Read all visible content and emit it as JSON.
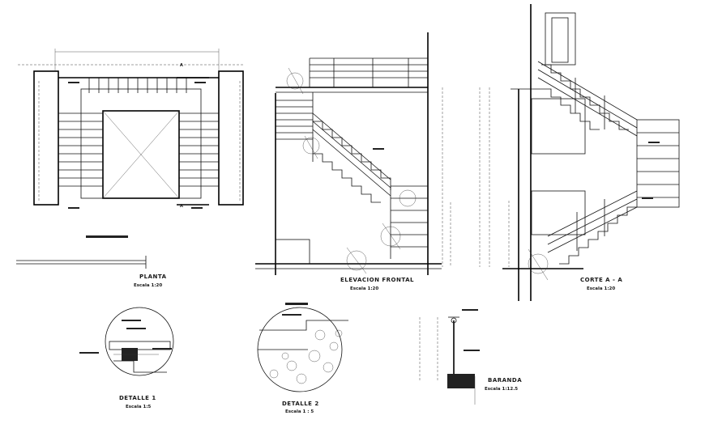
{
  "views": {
    "planta": {
      "title": "PLANTA",
      "scale": "Escala 1:20",
      "section_mark": "A"
    },
    "elevacion": {
      "title": "ELEVACION FRONTAL",
      "scale": "Escala 1:20"
    },
    "corte": {
      "title": "CORTE A - A",
      "scale": "Escala 1:20"
    },
    "detalle1": {
      "title": "DETALLE 1",
      "scale": "Escala 1:5"
    },
    "detalle2": {
      "title": "DETALLE 2",
      "scale": "Escala 1 : 5"
    },
    "baranda": {
      "title": "BARANDA",
      "scale": "Escala 1:12.5"
    }
  },
  "colors": {
    "line": "#111111",
    "background": "#ffffff"
  }
}
